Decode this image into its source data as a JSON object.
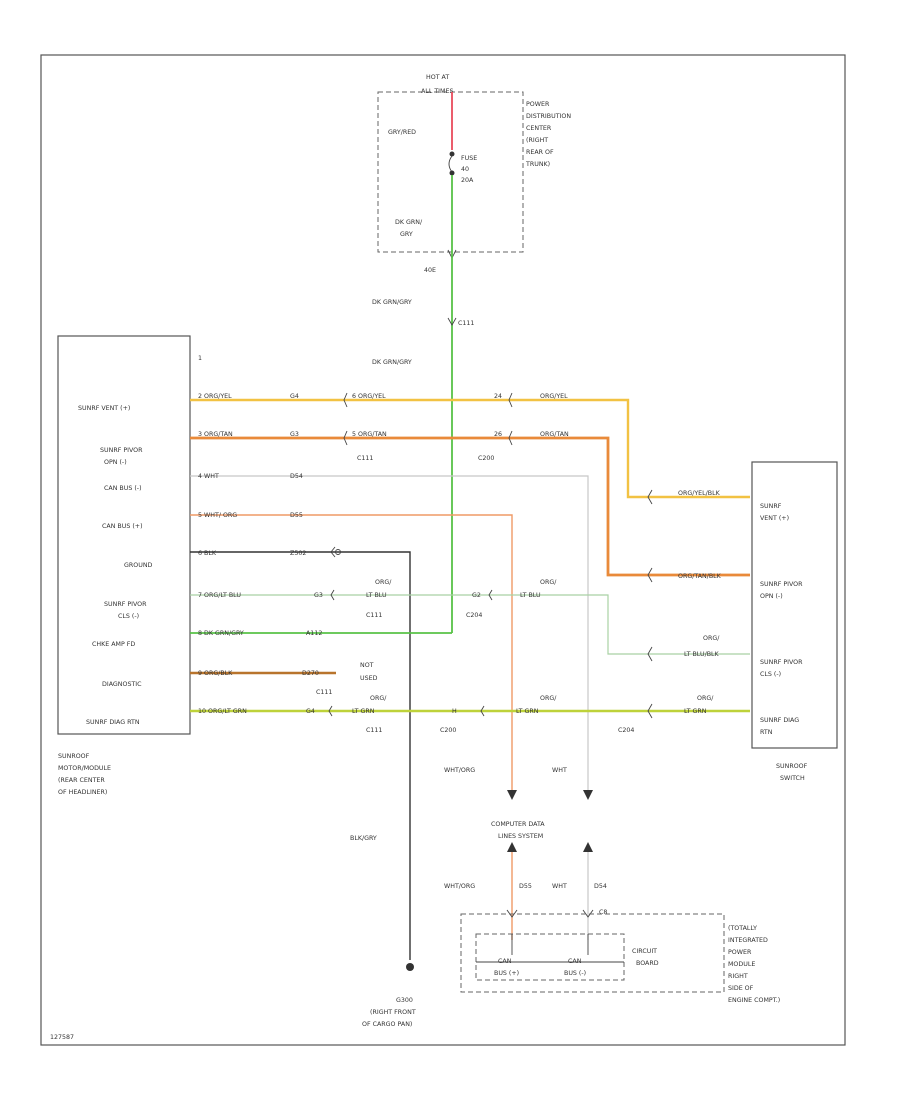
{
  "figure_id": "127587",
  "pdc": {
    "hot_label_1": "HOT AT",
    "hot_label_2": "ALL TIMES",
    "label_lines": [
      "POWER",
      "DISTRIBUTION",
      "CENTER",
      "(RIGHT",
      "REAR OF",
      "TRUNK)"
    ],
    "wire_top": "GRY/RED",
    "fuse_lines": [
      "FUSE",
      "40",
      "20A"
    ],
    "wire_bottom_1": "DK GRN/",
    "wire_bottom_2": "GRY",
    "pin": "40E"
  },
  "trunk": {
    "wire_upper": "DK GRN/GRY",
    "connector": "C111",
    "wire_lower": "DK GRN/GRY"
  },
  "sunroof_module": {
    "label_lines": [
      "SUNROOF",
      "MOTOR/MODULE",
      "(REAR CENTER",
      "OF HEADLINER)"
    ],
    "pin_one": "1",
    "pins": [
      {
        "label_lines": [
          "SUNRF VENT (+)"
        ]
      },
      {
        "label_lines": [
          "SUNRF PIVOR",
          "OPN (-)"
        ]
      },
      {
        "label_lines": [
          "CAN BUS (-)"
        ]
      },
      {
        "label_lines": [
          "CAN BUS (+)"
        ]
      },
      {
        "label_lines": [
          "GROUND"
        ]
      },
      {
        "label_lines": [
          "SUNRF PIVOR",
          "CLS (-)"
        ]
      },
      {
        "label_lines": [
          "CHKE AMP FD"
        ]
      },
      {
        "label_lines": [
          "DIAGNOSTIC"
        ]
      },
      {
        "label_lines": [
          "SUNRF DIAG RTN"
        ]
      }
    ]
  },
  "wires": [
    {
      "from_label": "2 ORG/YEL",
      "pin_a": "G4",
      "mid_label": "6 ORG/YEL",
      "pin_b": "24",
      "right_label": "ORG/YEL"
    },
    {
      "from_label": "3 ORG/TAN",
      "pin_a": "G3",
      "mid_label": "5 ORG/TAN",
      "pin_b": "26",
      "right_label": "ORG/TAN"
    },
    {
      "from_label": "4 WHT",
      "pin_a": "D54"
    },
    {
      "from_label": "5 WHT/ ORG",
      "pin_a": "D55"
    },
    {
      "from_label": "6 BLK",
      "pin_a": "Z502"
    },
    {
      "from_label": "7 ORG/LT BLU",
      "pin_a": "G3",
      "mid_label": "ORG/",
      "mid_label_2": "LT BLU",
      "pin_b": "G2",
      "right_label": "ORG/",
      "right_label_2": "LT BLU"
    },
    {
      "from_label": "8 DK GRN/GRY",
      "pin_a": "A112"
    },
    {
      "from_label": "9 ORG/BLK",
      "pin_a": "D270",
      "mid_label": "NOT",
      "mid_label_2": "USED"
    },
    {
      "from_label": "10 ORG/LT GRN",
      "pin_a": "G4",
      "mid_label": "ORG/",
      "mid_label_2": "LT GRN",
      "pin_b": "H",
      "right_label": "ORG/",
      "right_label_2": "LT GRN"
    }
  ],
  "connectors": {
    "c111": "C111",
    "c200": "C200",
    "c204": "C204"
  },
  "right_side": {
    "vent_wire": "ORG/YEL/BLK",
    "opn_wire": "ORG/TAN/BLK",
    "cls_wire_1": "ORG/",
    "cls_wire_2": "LT BLU/BLK",
    "diag_wire_1": "ORG/",
    "diag_wire_2": "LT GRN"
  },
  "sunroof_switch": {
    "label_lines": [
      "SUNROOF",
      "SWITCH"
    ],
    "pins": [
      {
        "label_lines": [
          "SUNRF",
          "VENT (+)"
        ]
      },
      {
        "label_lines": [
          "SUNRF PIVOR",
          "OPN (-)"
        ]
      },
      {
        "label_lines": [
          "SUNRF PIVOR",
          "CLS (-)"
        ]
      },
      {
        "label_lines": [
          "SUNRF DIAG",
          "RTN"
        ]
      }
    ]
  },
  "can_section": {
    "wht_org": "WHT/ORG",
    "wht": "WHT",
    "system_1": "COMPUTER DATA",
    "system_2": "LINES SYSTEM",
    "lower_wht_org": "WHT/ORG",
    "lower_d55": "D55",
    "lower_wht": "WHT",
    "lower_d54": "D54",
    "tipm_pin": "C8"
  },
  "ground_section": {
    "wire": "BLK/GRY",
    "label_lines": [
      "G300",
      "(RIGHT FRONT",
      "OF CARGO PAN)"
    ]
  },
  "tipm": {
    "label_lines": [
      "(TOTALLY",
      "INTEGRATED",
      "POWER",
      "MODULE",
      "RIGHT",
      "SIDE OF",
      "ENGINE COMPT.)"
    ],
    "can_minus_1": "CAN",
    "can_minus_2": "BUS (-)",
    "can_plus_1": "CAN",
    "can_plus_2": "BUS (+)",
    "board_1": "CIRCUIT",
    "board_2": "BOARD"
  },
  "colors": {
    "red": "#e94b5b",
    "green": "#58c247",
    "yellow": "#f2c243",
    "orange": "#e98a3a",
    "lt_blue": "#a9d1a4",
    "lt_green": "#bed23a",
    "wht": "#c8c8c8",
    "wht_org": "#ef9a66",
    "black": "#333333",
    "org_blk": "#b8742c"
  }
}
